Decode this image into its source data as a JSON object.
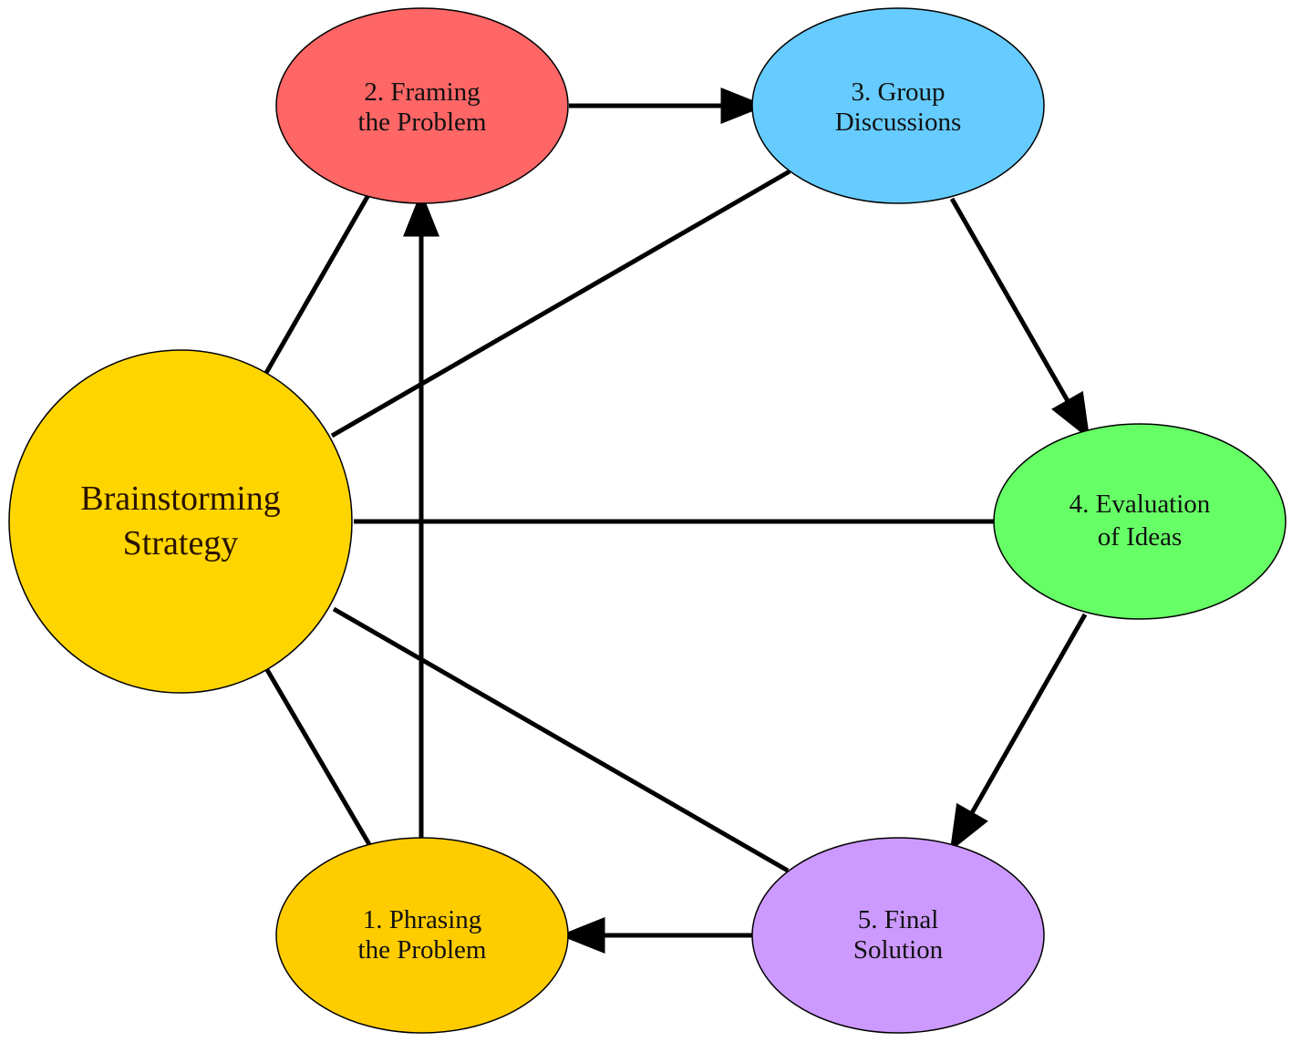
{
  "nodes": {
    "center": {
      "line1": "Brainstorming",
      "line2": "Strategy",
      "color": "#FFD500"
    },
    "n1": {
      "line1": "1. Phrasing",
      "line2": "the Problem",
      "color": "#FFCC00"
    },
    "n2": {
      "line1": "2. Framing",
      "line2": "the Problem",
      "color": "#FF6666"
    },
    "n3": {
      "line1": "3. Group",
      "line2": "Discussions",
      "color": "#66CCFF"
    },
    "n4": {
      "line1": "4. Evaluation",
      "line2": "of Ideas",
      "color": "#66FF66"
    },
    "n5": {
      "line1": "5. Final",
      "line2": "Solution",
      "color": "#CC99FF"
    }
  },
  "edges": [
    {
      "from": "center",
      "to": "n1",
      "arrow": false
    },
    {
      "from": "center",
      "to": "n2",
      "arrow": false
    },
    {
      "from": "center",
      "to": "n3",
      "arrow": false
    },
    {
      "from": "center",
      "to": "n4",
      "arrow": false
    },
    {
      "from": "center",
      "to": "n5",
      "arrow": false
    },
    {
      "from": "n1",
      "to": "n2",
      "arrow": true
    },
    {
      "from": "n2",
      "to": "n3",
      "arrow": true
    },
    {
      "from": "n3",
      "to": "n4",
      "arrow": true
    },
    {
      "from": "n4",
      "to": "n5",
      "arrow": true
    },
    {
      "from": "n5",
      "to": "n1",
      "arrow": true
    }
  ]
}
